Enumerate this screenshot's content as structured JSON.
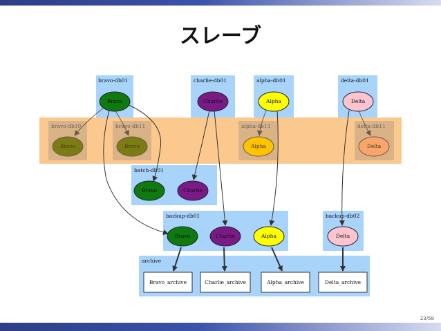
{
  "slide": {
    "title": "スレーブ",
    "page_number": "23/58"
  },
  "clusters": {
    "bravo_db01": "bravo-db01",
    "charlie_db01": "charlie-db01",
    "alpha_db01": "alpha-db01",
    "delta_db01": "delta-db01",
    "bravo_db10": "bravo-db10",
    "bravo_db11": "bravo-db11",
    "alpha_db11": "alpha-db11",
    "delta_db11": "delta-db11",
    "batch_db01": "batch-db01",
    "backup_db01": "backup-db01",
    "backup_db02": "backup-db02",
    "archive": "archive"
  },
  "nodes": {
    "bravo": "Bravo",
    "charlie": "Charlie",
    "alpha": "Alpha",
    "delta": "Delta",
    "bravo_archive": "Bravo_archive",
    "charlie_archive": "Charlie_archive",
    "alpha_archive": "Alpha_archive",
    "delta_archive": "Delta_archive"
  },
  "colors": {
    "cluster_blue": "#a8d3fb",
    "band_orange": "#fbc98d",
    "inner_orange": "#d9b288",
    "bravo_green": "#0f7a0f",
    "bravo_faded": "#7c7c14",
    "charlie_purple": "#7a1a86",
    "alpha_yellow": "#ffff00",
    "alpha_faded": "#ffc400",
    "delta_pink": "#fbc4cf",
    "delta_faded": "#f8a46a"
  }
}
